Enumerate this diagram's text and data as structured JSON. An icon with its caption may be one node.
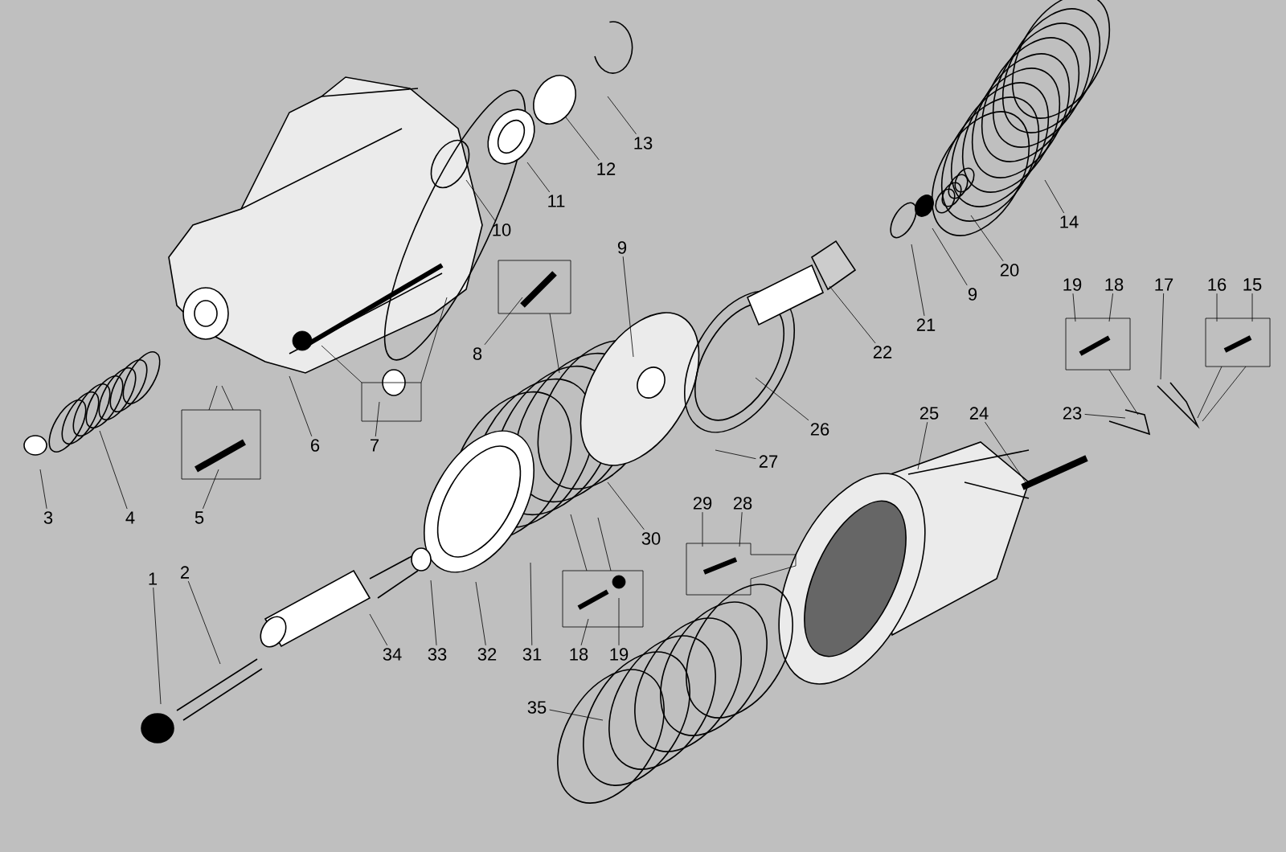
{
  "diagram": {
    "nodes": [
      {
        "text": [
          "13"
        ]
      },
      {
        "text": [
          "12"
        ]
      },
      {
        "text": [
          "11"
        ]
      },
      {
        "text": [
          "14"
        ]
      },
      {
        "text": [
          "10"
        ]
      },
      {
        "text": [
          "9"
        ]
      },
      {
        "text": [
          "20"
        ]
      },
      {
        "text": [
          "19"
        ]
      },
      {
        "text": [
          "18"
        ]
      },
      {
        "text": [
          "17"
        ]
      },
      {
        "text": [
          "16"
        ]
      },
      {
        "text": [
          "15"
        ]
      },
      {
        "text": [
          "9"
        ]
      },
      {
        "text": [
          "21"
        ]
      },
      {
        "text": [
          "22"
        ]
      },
      {
        "text": [
          "8"
        ]
      },
      {
        "text": [
          "23"
        ]
      },
      {
        "text": [
          "24"
        ]
      },
      {
        "text": [
          "25"
        ]
      },
      {
        "text": [
          "26"
        ]
      },
      {
        "text": [
          "6"
        ]
      },
      {
        "text": [
          "7"
        ]
      },
      {
        "text": [
          "27"
        ]
      },
      {
        "text": [
          "28"
        ]
      },
      {
        "text": [
          "29"
        ]
      },
      {
        "text": [
          "3"
        ]
      },
      {
        "text": [
          "4"
        ]
      },
      {
        "text": [
          "5"
        ]
      },
      {
        "text": [
          "30"
        ]
      },
      {
        "text": [
          "1"
        ]
      },
      {
        "text": [
          "2"
        ]
      },
      {
        "text": [
          "34"
        ]
      },
      {
        "text": [
          "33"
        ]
      },
      {
        "text": [
          "32"
        ]
      },
      {
        "text": [
          "31"
        ]
      },
      {
        "text": [
          "18"
        ]
      },
      {
        "text": [
          "19"
        ]
      },
      {
        "text": [
          "35"
        ]
      }
    ],
    "edges": [
      {
        "from": 0,
        "to": null,
        "arrow": "none"
      },
      {
        "from": 1,
        "to": null,
        "arrow": "none"
      },
      {
        "from": 2,
        "to": null,
        "arrow": "none"
      },
      {
        "from": 3,
        "to": null,
        "arrow": "none"
      },
      {
        "from": 4,
        "to": null,
        "arrow": "none"
      },
      {
        "from": 5,
        "to": null,
        "arrow": "none"
      },
      {
        "from": 6,
        "to": null,
        "arrow": "none"
      },
      {
        "from": 7,
        "to": null,
        "arrow": "none"
      },
      {
        "from": 8,
        "to": null,
        "arrow": "none"
      },
      {
        "from": 9,
        "to": null,
        "arrow": "none"
      },
      {
        "from": 10,
        "to": null,
        "arrow": "none"
      },
      {
        "from": 11,
        "to": null,
        "arrow": "none"
      },
      {
        "from": 12,
        "to": null,
        "arrow": "none"
      },
      {
        "from": 13,
        "to": null,
        "arrow": "none"
      },
      {
        "from": 14,
        "to": null,
        "arrow": "none"
      },
      {
        "from": 15,
        "to": null,
        "arrow": "none"
      },
      {
        "from": 16,
        "to": null,
        "arrow": "none"
      },
      {
        "from": 17,
        "to": null,
        "arrow": "none"
      },
      {
        "from": 18,
        "to": null,
        "arrow": "none"
      },
      {
        "from": 19,
        "to": null,
        "arrow": "none"
      },
      {
        "from": 20,
        "to": null,
        "arrow": "none"
      },
      {
        "from": 21,
        "to": null,
        "arrow": "none"
      },
      {
        "from": 22,
        "to": null,
        "arrow": "none"
      },
      {
        "from": 23,
        "to": null,
        "arrow": "none"
      },
      {
        "from": 24,
        "to": null,
        "arrow": "none"
      },
      {
        "from": 25,
        "to": null,
        "arrow": "none"
      },
      {
        "from": 26,
        "to": null,
        "arrow": "none"
      },
      {
        "from": 27,
        "to": null,
        "arrow": "none"
      },
      {
        "from": 28,
        "to": null,
        "arrow": "none"
      },
      {
        "from": 29,
        "to": null,
        "arrow": "none"
      },
      {
        "from": 30,
        "to": null,
        "arrow": "none"
      },
      {
        "from": 31,
        "to": null,
        "arrow": "none"
      },
      {
        "from": 32,
        "to": null,
        "arrow": "none"
      },
      {
        "from": 33,
        "to": null,
        "arrow": "none"
      },
      {
        "from": 34,
        "to": null,
        "arrow": "none"
      },
      {
        "from": 35,
        "to": null,
        "arrow": "none"
      },
      {
        "from": 36,
        "to": null,
        "arrow": "none"
      },
      {
        "from": 37,
        "to": null,
        "arrow": "none"
      }
    ]
  }
}
